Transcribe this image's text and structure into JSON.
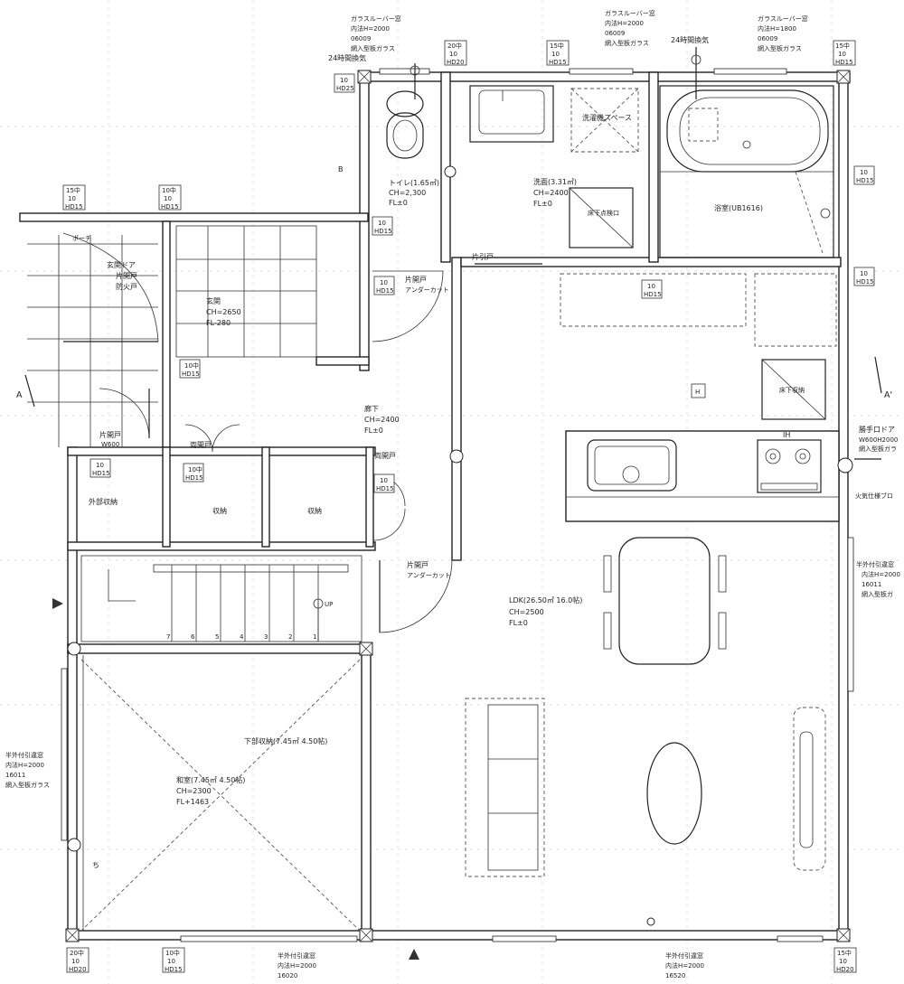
{
  "rooms": {
    "toilet": {
      "name": "トイレ(1.65㎡)",
      "ch": "CH=2,300",
      "fl": "FL±0"
    },
    "washroom": {
      "name": "洗面(3.31㎡)",
      "ch": "CH=2400",
      "fl": "FL±0"
    },
    "bath": {
      "name": "浴室(UB1616)"
    },
    "laundry_space": {
      "name": "洗濯機スペース"
    },
    "entrance": {
      "name": "玄関",
      "ch": "CH=2650",
      "fl": "FL-280"
    },
    "hall": {
      "name": "廊下",
      "ch": "CH=2400",
      "fl": "FL±0"
    },
    "ldk": {
      "name": "LDK(26.50㎡ 16.0帖)",
      "ch": "CH=2500",
      "fl": "FL±0"
    },
    "washitsu": {
      "name": "和室(7.45㎡ 4.50帖)",
      "ch": "CH=2300",
      "fl": "FL+1463"
    },
    "under_storage": {
      "name": "下部収納(7.45㎡ 4.50帖)"
    },
    "storage1": {
      "name": "収納"
    },
    "storage2": {
      "name": "収納"
    },
    "ext_storage": {
      "name": "外部収納"
    },
    "porch": {
      "name": "ポーチ"
    }
  },
  "labels": {
    "ventilation_24h_a": "24時間換気",
    "ventilation_24h_b": "24時間換気",
    "underfloor_inspection": "床下点検口",
    "underfloor_storage": "床下収納",
    "entrance_door": [
      "玄関ドア",
      "片開戸",
      "防火戸"
    ],
    "single_door_top": [
      "片開戸",
      "アンダーカット"
    ],
    "single_door_bottom": [
      "片開戸",
      "アンダーカット"
    ],
    "sliding_door": "片引戸",
    "double_door_a": "両開戸",
    "double_door_b": "両開戸",
    "ext_storage_door": [
      "片開戸",
      "W600"
    ],
    "kitchen_door": [
      "勝手口ドア",
      "W600H2000",
      "網入型板ガラ"
    ],
    "fire_spec": "火気仕様ブロ",
    "up": "UP",
    "ih": "IH",
    "h_mark": "H",
    "stairs": [
      "7",
      "6",
      "5",
      "4",
      "3",
      "2",
      "1"
    ],
    "section_a_left": "A",
    "section_a_right": "A'",
    "mark_b": "B",
    "mark_chi": "ち"
  },
  "windows": {
    "top_toilet": [
      "ガラスルーバー窓",
      "内法H=2000",
      "06009",
      "網入型板ガラス"
    ],
    "top_wash": [
      "ガラスルーバー窓",
      "内法H=2000",
      "06009",
      "網入型板ガラス"
    ],
    "top_bath": [
      "ガラスルーバー窓",
      "内法H=1800",
      "06009",
      "網入型板ガラス"
    ],
    "right_ldk": [
      "半外付引違窓",
      "内法H=2000",
      "16011",
      "網入型板ガ"
    ],
    "left_washitsu": [
      "半外付引違窓",
      "内法H=2000",
      "16011",
      "網入型板ガラス"
    ],
    "bottom_washitsu": [
      "半外付引違窓",
      "内法H=2000",
      "16020"
    ],
    "bottom_ldk": [
      "半外付引違窓",
      "内法H=2000",
      "16520"
    ]
  },
  "tags": {
    "hd15": "HD15",
    "hd20": "HD20",
    "hd25": "HD25",
    "c15": "15中",
    "c10": "10中",
    "c20": "20中",
    "ten": "10"
  }
}
